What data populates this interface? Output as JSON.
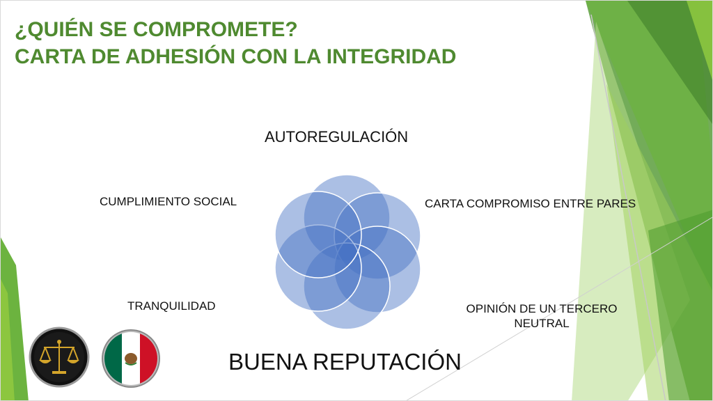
{
  "slide": {
    "title_line1": "¿QUIÉN SE COMPROMETE?",
    "title_line2": "CARTA DE ADHESIÓN CON LA INTEGRIDAD",
    "accent_color": "#4f8a30"
  },
  "diagram": {
    "top_label": "AUTOREGULACIÓN",
    "left_label": "CUMPLIMIENTO SOCIAL",
    "right_label": "CARTA COMPROMISO ENTRE PARES",
    "bottom_left_label": "TRANQUILIDAD",
    "bottom_right_label": "OPINIÓN DE UN TERCERO NEUTRAL",
    "main_label": "BUENA REPUTACIÓN",
    "petal_color": "#4472c4"
  },
  "emblems": {
    "scales_icon": "balance-scale-icon",
    "flag_icon": "mexico-flag-icon"
  }
}
